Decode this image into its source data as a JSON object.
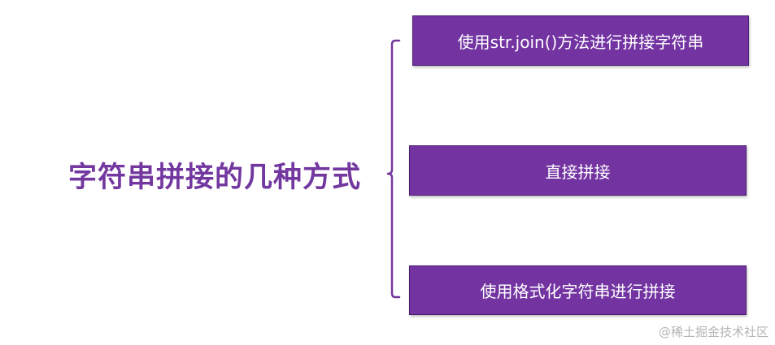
{
  "diagram": {
    "root": {
      "label": "字符串拼接的几种方式"
    },
    "branches": [
      {
        "label": "使用str.join()方法进行拼接字符串"
      },
      {
        "label": "直接拼接"
      },
      {
        "label": "使用格式化字符串进行拼接"
      }
    ]
  },
  "watermark": {
    "text": "@稀土掘金技术社区"
  },
  "colors": {
    "accent": "#7338a0",
    "box_fill": "#7334a2",
    "box_text": "#ffffff",
    "watermark": "#b5b5b5"
  }
}
